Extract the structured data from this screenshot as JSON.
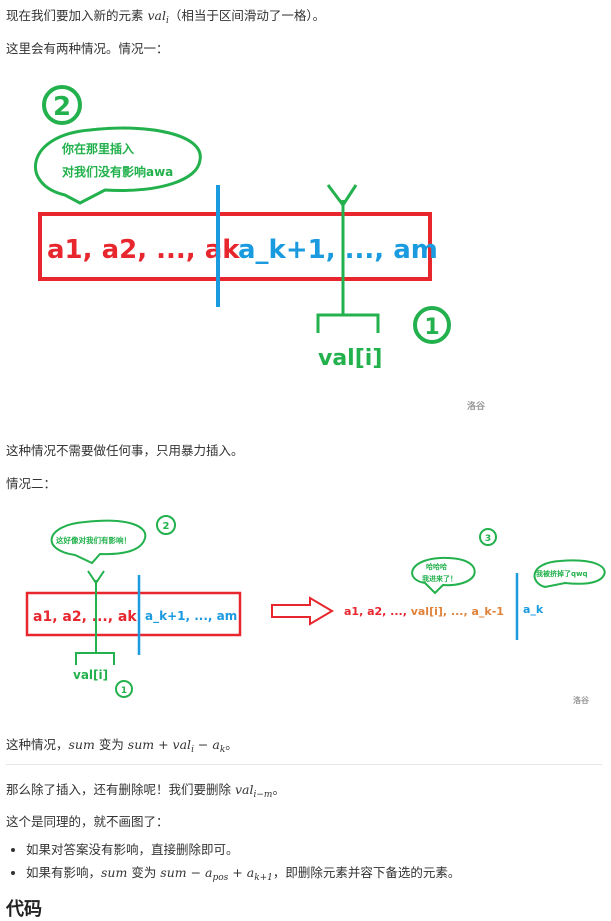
{
  "para1": {
    "pre": "现在我们要加入新的元素 ",
    "math_base": "val",
    "math_sub": "i",
    "post": "（相当于区间滑动了一格）。"
  },
  "para2": "这里会有两种情况。情况一：",
  "fig1": {
    "circle2": "2",
    "bubble_line1": "你在那里插入",
    "bubble_line2": "对我们没有影响awa",
    "box_left": "a1, a2, ..., ak",
    "box_right": "a_k+1, ..., am",
    "arrow_label": "val[i]",
    "circle1": "1",
    "watermark": "洛谷"
  },
  "para3": "这种情况不需要做任何事，只用暴力插入。",
  "para4": "情况二：",
  "fig2": {
    "bubble": "这好像对我们有影响！",
    "circle2": "2",
    "box_left": "a1, a2, ..., ak",
    "box_right": "a_k+1, ..., am",
    "arrow_label": "val[i]",
    "circle1": "1",
    "circle3": "3",
    "bubble_mid_line1": "哈哈哈",
    "bubble_mid_line2": "我进来了！",
    "bubble_right": "我被挤掉了qwq",
    "seq_a": "a1, a2, ..., ",
    "seq_val": "val[i]",
    "seq_b": ", ..., ",
    "seq_c": "a_k-1",
    "seq_ak": "a_k",
    "watermark": "洛谷"
  },
  "para5": {
    "pre": "这种情况，",
    "m1": "sum",
    "mid": " 变为 ",
    "m2": "sum + val",
    "s2": "i",
    "m3": " − a",
    "s3": "k",
    "post": "。"
  },
  "para6": {
    "pre": "那么除了插入，还有删除呢！我们要删除 ",
    "m": "val",
    "s": "i−m",
    "post": "。"
  },
  "para7": "这个是同理的，就不画图了：",
  "bullets": {
    "b1": "如果对答案没有影响，直接删除即可。",
    "b2_pre": "如果有影响，",
    "b2_m1": "sum",
    "b2_mid": " 变为 ",
    "b2_m2": "sum − a",
    "b2_s2": "pos",
    "b2_m3": " + a",
    "b2_s3": "k+1",
    "b2_post": "，即删除元素并容下备选的元素。"
  },
  "heading": "代码",
  "colors": {
    "red": "#e8262e",
    "blue": "#1a9be0",
    "green": "#22b14c",
    "orange": "#e0823a"
  }
}
